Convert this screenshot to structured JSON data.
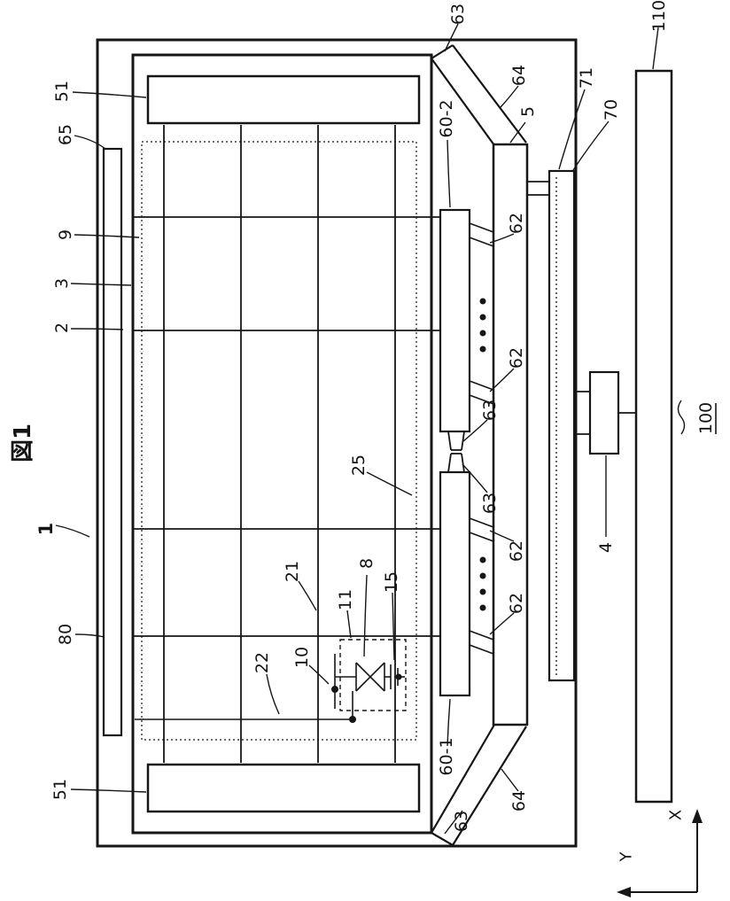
{
  "labels": {
    "title": "図1",
    "r1": "1",
    "r2": "2",
    "r3": "3",
    "r4": "4",
    "r5": "5",
    "r8": "8",
    "r9": "9",
    "r10": "10",
    "r11": "11",
    "r15": "15",
    "r21": "21",
    "r22": "22",
    "r25": "25",
    "r51_top": "51",
    "r51_bottom": "51",
    "r60_1": "60-1",
    "r60_2": "60-2",
    "r62_a": "62",
    "r62_b": "62",
    "r62_c": "62",
    "r62_d": "62",
    "r63_top": "63",
    "r63_mid_a": "63",
    "r63_mid_b": "63",
    "r63_bottom": "63",
    "r64_top": "64",
    "r64_bottom": "64",
    "r65": "65",
    "r70": "70",
    "r71": "71",
    "r80": "80",
    "r100": "100",
    "r110": "110"
  },
  "axes": {
    "x": "X",
    "y": "Y"
  }
}
